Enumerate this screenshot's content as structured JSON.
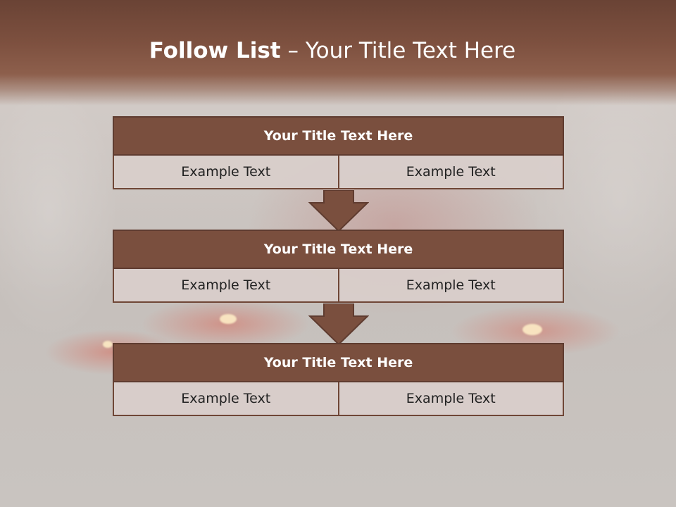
{
  "title": {
    "bold": "Follow List",
    "separator": " – ",
    "rest": "Your Title Text Here"
  },
  "steps": [
    {
      "title": "Your Title Text Here",
      "left": "Example Text",
      "right": "Example Text"
    },
    {
      "title": "Your Title Text Here",
      "left": "Example Text",
      "right": "Example Text"
    },
    {
      "title": "Your Title Text Here",
      "left": "Example Text",
      "right": "Example Text"
    }
  ],
  "colors": {
    "header_band": "#7d503f",
    "block_fill": "#7a4f3e",
    "cell_fill": "#d9cecb",
    "arrow_fill": "#7a4f3e"
  }
}
